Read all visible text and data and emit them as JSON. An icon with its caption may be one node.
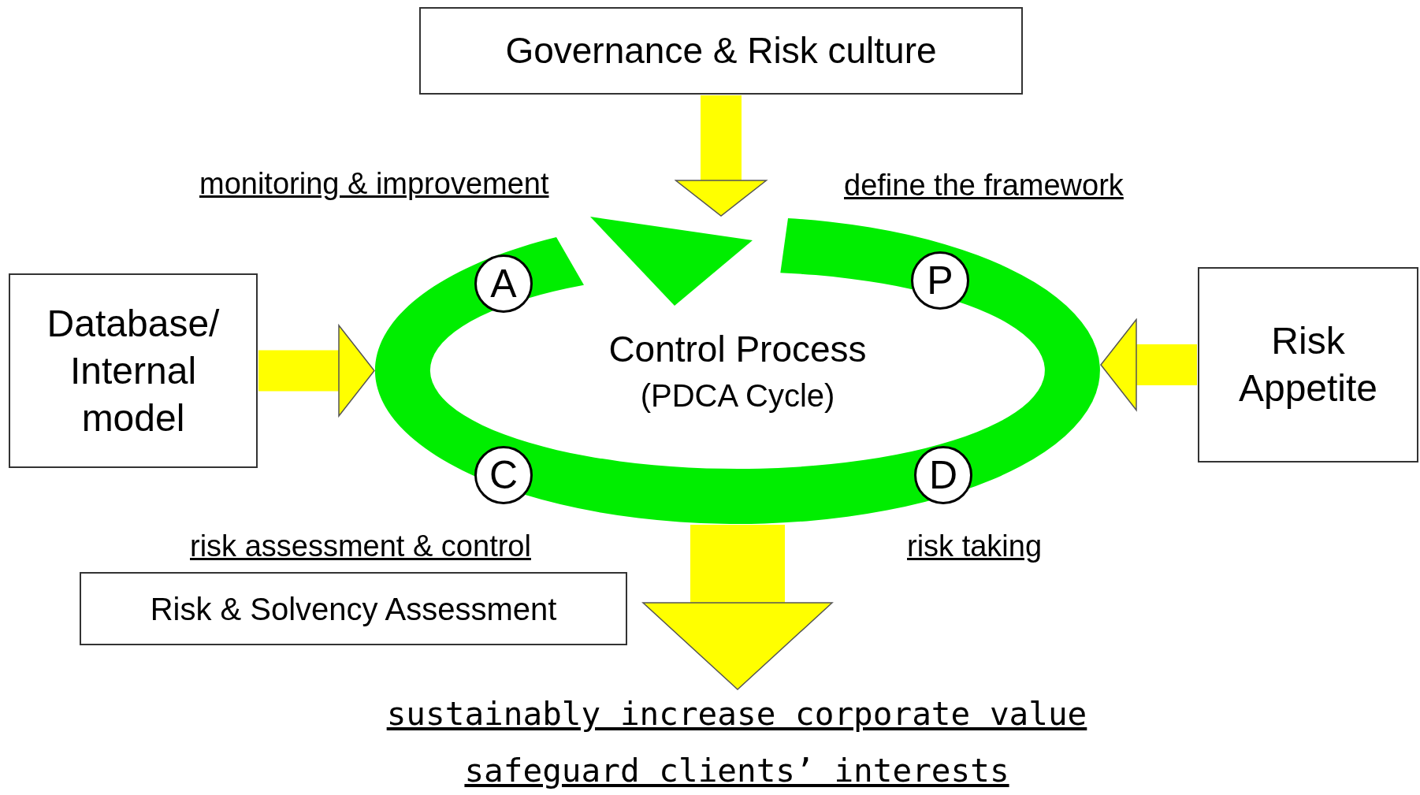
{
  "diagram": {
    "nodes": [
      {
        "text": [
          "Governance & Risk culture"
        ]
      },
      {
        "text": [
          "Database/ Internal model"
        ]
      },
      {
        "text": [
          "Control Process",
          "(PDCA Cycle)"
        ]
      },
      {
        "text": [
          "A"
        ],
        "in": 2
      },
      {
        "text": [
          "P"
        ],
        "in": 2
      },
      {
        "text": [
          "Risk Appetite"
        ]
      },
      {
        "text": [
          "C"
        ],
        "in": 2
      },
      {
        "text": [
          "D"
        ],
        "in": 2
      },
      {
        "text": [
          "Risk & Solvency Assessment"
        ]
      },
      {
        "text": [
          "sustainably increase corporate value",
          "safeguard clients’ interests"
        ]
      }
    ],
    "edges": [
      {
        "from": 0,
        "to": 2,
        "arrow": "to"
      },
      {
        "from": 1,
        "to": 2,
        "arrow": "to"
      },
      {
        "from": 5,
        "to": 2,
        "arrow": "to"
      },
      {
        "from": 2,
        "to": 9,
        "arrow": "to",
        "style": "thick"
      }
    ],
    "labels": [
      "monitoring & improvement",
      "define the framework",
      "risk assessment & control",
      "risk taking"
    ]
  }
}
